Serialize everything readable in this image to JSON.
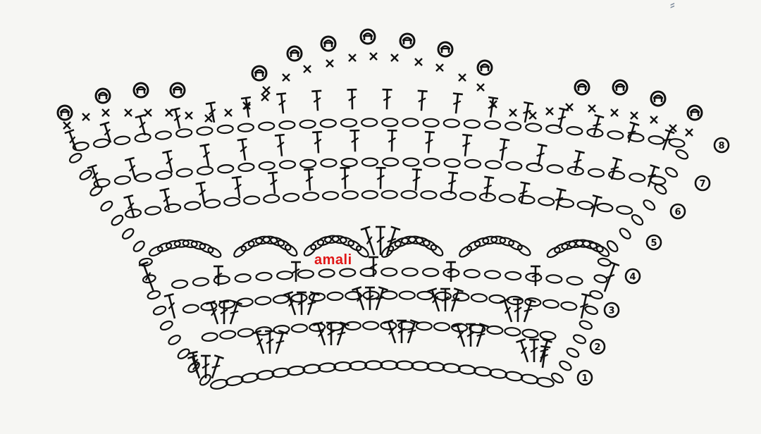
{
  "watermark": "amali",
  "row_labels": [
    "1",
    "2",
    "3",
    "4",
    "5",
    "6",
    "7",
    "8"
  ],
  "stitch_symbols": {
    "chain": "oval",
    "single_crochet": "×",
    "double_crochet": "crossed-T",
    "picot": "ringed-loop"
  },
  "colors": {
    "background": "#f6f6f3",
    "ink": "#111111",
    "watermark": "#e01616"
  }
}
